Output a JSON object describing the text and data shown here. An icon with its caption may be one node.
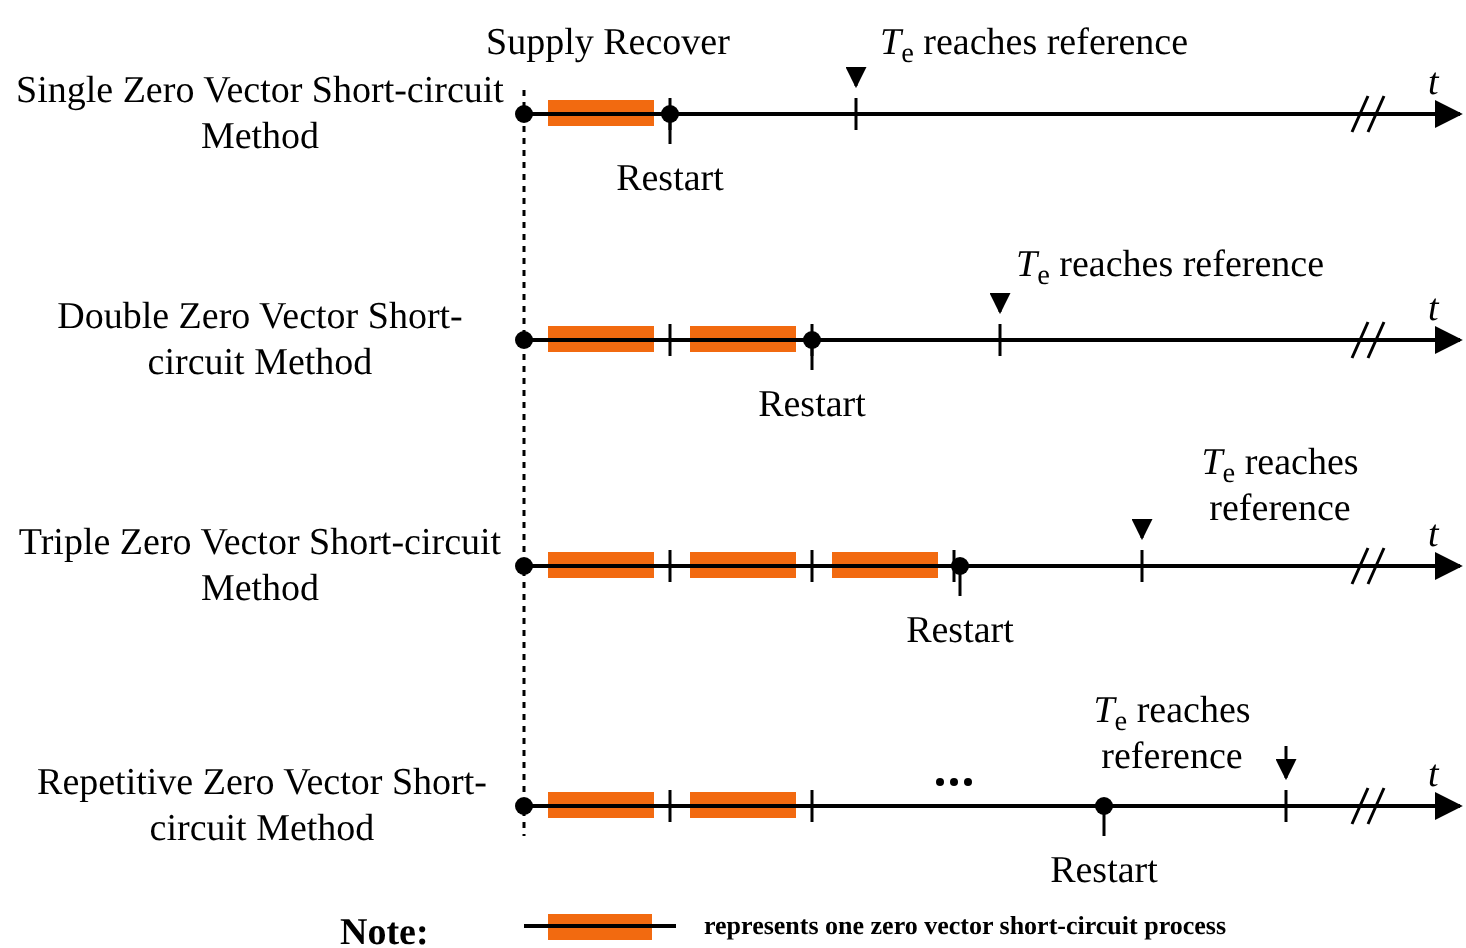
{
  "diagram": {
    "labels": [
      "Supply Recover",
      "*T*$_{e}$ reaches reference",
      "Single Zero Vector Short-circuit Method",
      "t",
      "Restart",
      "*T*$_{e}$ reaches reference",
      "Double Zero Vector Short-circuit Method",
      "t",
      "Restart",
      "*T*$_{e}$ reaches reference",
      "Triple Zero Vector Short-circuit Method",
      "t",
      "Restart",
      "*T*$_{e}$ reaches reference",
      "Repetitive Zero Vector Short-circuit Method",
      "t",
      "Restart",
      "Note:"
    ],
    "legend": [
      {
        "text": "represents one zero vector short-circuit process"
      }
    ]
  }
}
